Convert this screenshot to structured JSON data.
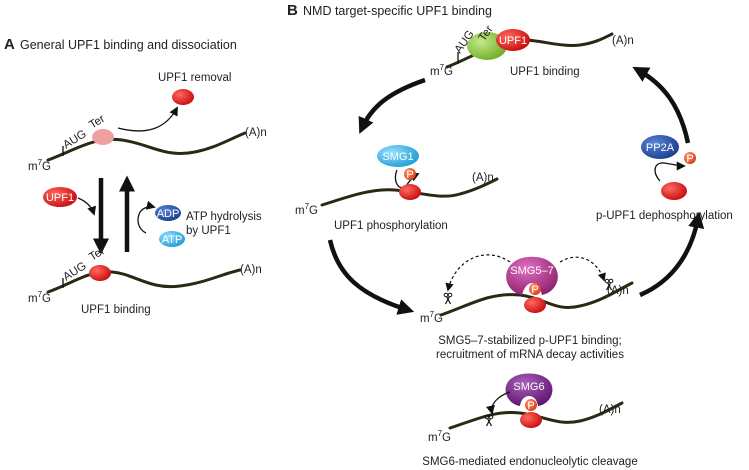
{
  "panel_a": {
    "letter": "A",
    "title": "General UPF1 binding and dissociation",
    "upf1_removal": "UPF1 removal",
    "upf1_binding": "UPF1 binding",
    "atp_hydrolysis_line1": "ATP hydrolysis",
    "atp_hydrolysis_line2": "by UPF1",
    "upf1_tag": "UPF1",
    "adp": "ADP",
    "atp": "ATP"
  },
  "panel_b": {
    "letter": "B",
    "title": "NMD target-specific UPF1 binding",
    "upf1_binding": "UPF1 binding",
    "upf1_tag": "UPF1",
    "smg1": "SMG1",
    "upf1_phosphorylation": "UPF1 phosphorylation",
    "pp2a": "PP2A",
    "dephosphorylation": "p-UPF1 dephosphorylation",
    "smg57": "SMG5–7",
    "smg57_caption_line1": "SMG5–7-stabilized p-UPF1 binding;",
    "smg57_caption_line2": "recruitment of mRNA decay activities",
    "smg6": "SMG6",
    "smg6_caption": "SMG6-mediated endonucleolytic cleavage"
  },
  "mrna": {
    "aug": "AUG",
    "ter": "Ter",
    "polya": "(A)n",
    "cap_m": "m",
    "cap_sup": "7",
    "cap_g": "G"
  },
  "phospho": "P",
  "colors": {
    "upf1_red": "#e0161b",
    "upf1_pink": "#f0a0a0",
    "ejc_green": "#8cc43c",
    "smg1_cyan": "#3fb8e8",
    "pp2a_blue": "#2550a8",
    "adp_blue": "#1f5ea8",
    "atp_cyan": "#48b8e8",
    "smg57_magenta": "#b0388c",
    "smg6_purple": "#7a2488",
    "phospho_orange": "#e8501c"
  }
}
